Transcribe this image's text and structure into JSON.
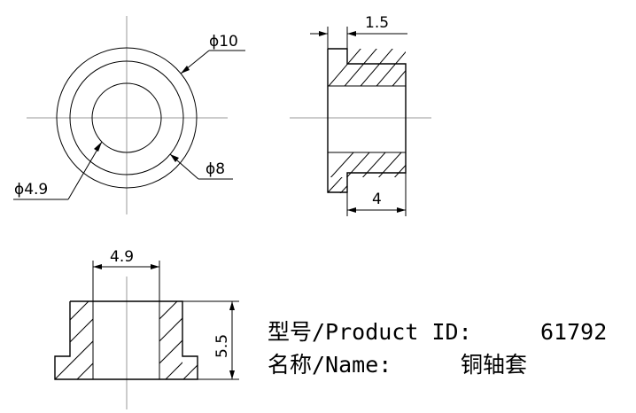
{
  "dimensions": {
    "outer_diameter": "ϕ10",
    "flange_diameter": "ϕ8",
    "inner_diameter": "ϕ4.9",
    "flange_thickness": "1.5",
    "total_length": "4",
    "top_bore_width": "4.9",
    "bottom_height": "5.5"
  },
  "info": {
    "product_id_label": "型号/Product ID:",
    "product_id_value": "61792",
    "name_label": "名称/Name:",
    "name_value": "铜轴套"
  }
}
